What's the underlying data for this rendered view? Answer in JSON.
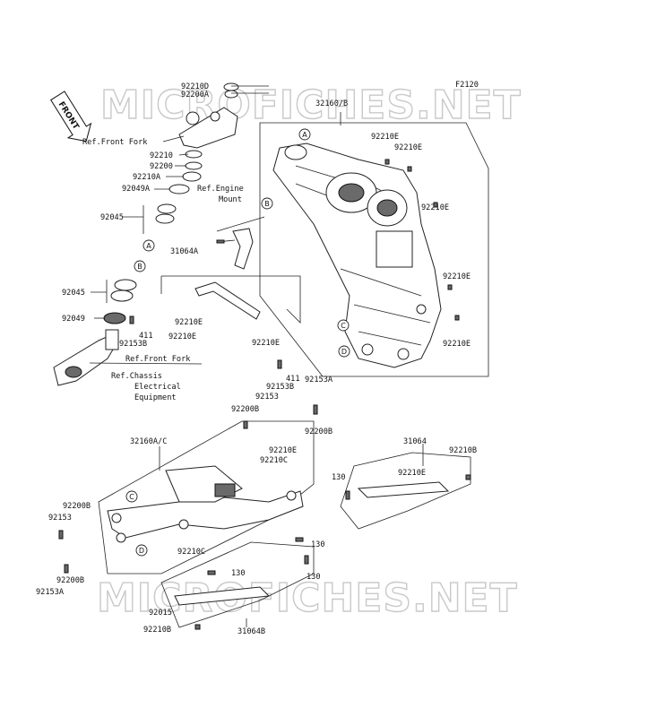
{
  "diagram_code": "F2120",
  "watermark": "MICROFICHES.NET",
  "front_label": "FRONT",
  "callouts": [
    "A",
    "B",
    "C",
    "D"
  ],
  "refs": {
    "front_fork_top": "Ref.Front Fork",
    "front_fork_bottom": "Ref.Front Fork",
    "engine_mount_1": "Ref.Engine",
    "engine_mount_2": "Mount",
    "chassis_1": "Ref.Chassis",
    "chassis_2": "Electrical",
    "chassis_3": "Equipment"
  },
  "parts": {
    "p92210D": "92210D",
    "p92200A": "92200A",
    "p92210": "92210",
    "p92200": "92200",
    "p92210A": "92210A",
    "p92049A": "92049A",
    "p92045a": "92045",
    "p31064A": "31064A",
    "p92045b": "92045",
    "p92049": "92049",
    "p411a": "411",
    "p92153Ba": "92153B",
    "p92210Ea": "92210E",
    "p92210Eb": "92210E",
    "p92210Ec": "92210E",
    "p32160B": "32160/B",
    "p92210Ed": "92210E",
    "p92210Ee": "92210E",
    "p92210Ef": "92210E",
    "p92210Eg": "92210E",
    "p92210Eh": "92210E",
    "p411b": "411",
    "p92153Bb": "92153B",
    "p92153": "92153",
    "p92153A": "92153A",
    "p92200Ba": "92200B",
    "p92200Bb": "92200B",
    "p32160AC": "32160A/C",
    "p92210Ei": "92210E",
    "p92210C": "92210C",
    "p31064": "31064",
    "p92210B": "92210B",
    "p92210Ej": "92210E",
    "p130a": "130",
    "p92200Bc": "92200B",
    "p92153b2": "92153",
    "p92210Cb": "92210C",
    "p130b": "130",
    "p92200Bd": "92200B",
    "p130c": "130",
    "p130d": "130",
    "p92153A2": "92153A",
    "p92015": "92015",
    "p92210B2": "92210B",
    "p31064B": "31064B"
  }
}
